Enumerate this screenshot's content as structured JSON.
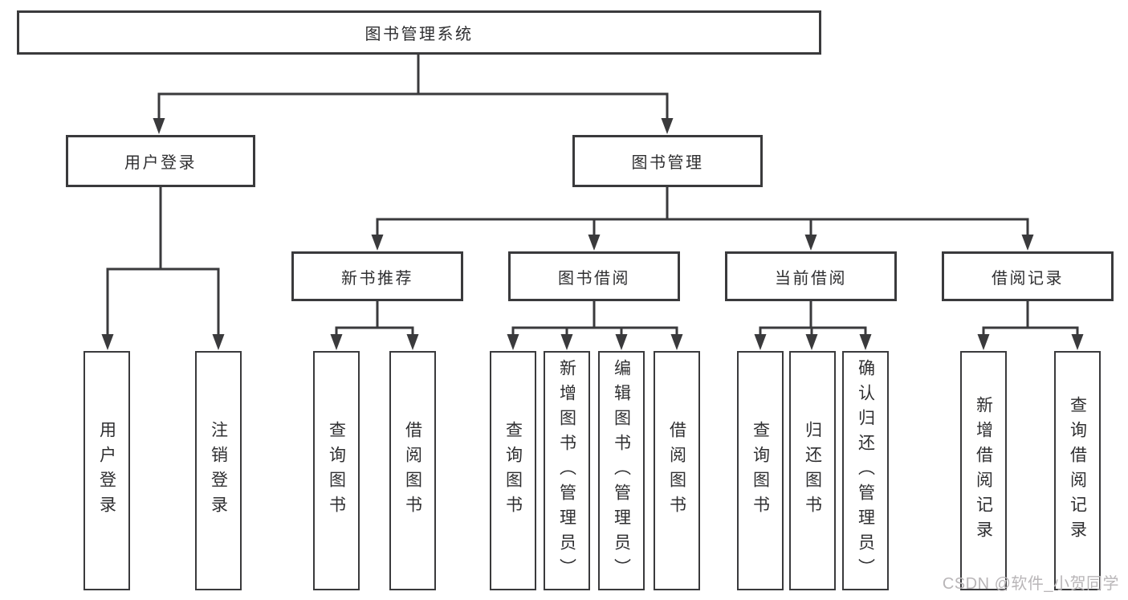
{
  "tree": {
    "root": {
      "label": "图书管理系统"
    },
    "children": [
      {
        "label": "用户登录",
        "children": [
          {
            "label": "用户登录"
          },
          {
            "label": "注销登录"
          }
        ]
      },
      {
        "label": "图书管理",
        "children": [
          {
            "label": "新书推荐",
            "children": [
              {
                "label": "查询图书"
              },
              {
                "label": "借阅图书"
              }
            ]
          },
          {
            "label": "图书借阅",
            "children": [
              {
                "label": "查询图书"
              },
              {
                "label": "新增图书（管理员）"
              },
              {
                "label": "编辑图书（管理员）"
              },
              {
                "label": "借阅图书"
              }
            ]
          },
          {
            "label": "当前借阅",
            "children": [
              {
                "label": "查询图书"
              },
              {
                "label": "归还图书"
              },
              {
                "label": "确认归还（管理员）"
              }
            ]
          },
          {
            "label": "借阅记录",
            "children": [
              {
                "label": "新增借阅记录"
              },
              {
                "label": "查询借阅记录"
              }
            ]
          }
        ]
      }
    ]
  },
  "watermark": {
    "text": "CSDN @软件_小贺同学"
  },
  "colors": {
    "line": "#3a3a3c",
    "text": "#2f2f31",
    "box_background": "#ffffff",
    "watermark": "#b9b6b8"
  }
}
